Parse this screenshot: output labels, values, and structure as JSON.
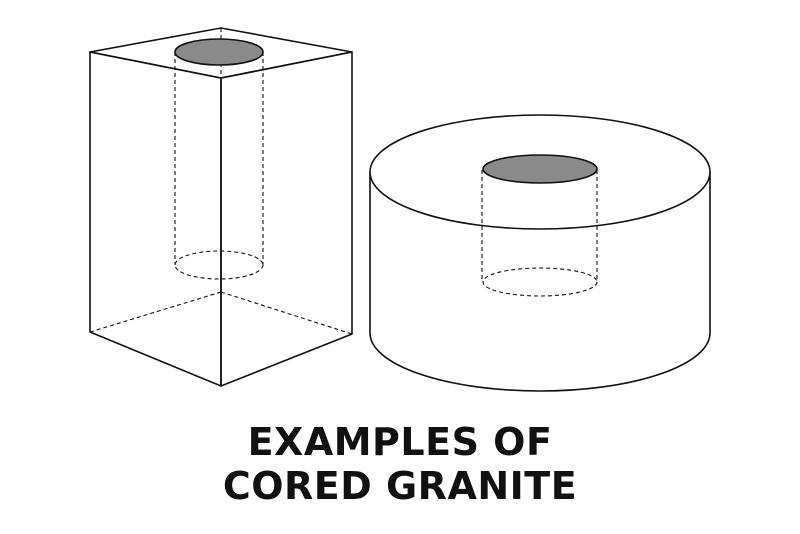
{
  "caption": {
    "line1": "EXAMPLES OF",
    "line2": "CORED GRANITE"
  },
  "colors": {
    "line": "#111111",
    "core_fill": "#8a8a8a",
    "background": "#ffffff"
  },
  "shapes": [
    {
      "name": "cored-rectangular-block",
      "core": "cylindrical-hole"
    },
    {
      "name": "cored-cylindrical-disc",
      "core": "cylindrical-hole"
    }
  ]
}
